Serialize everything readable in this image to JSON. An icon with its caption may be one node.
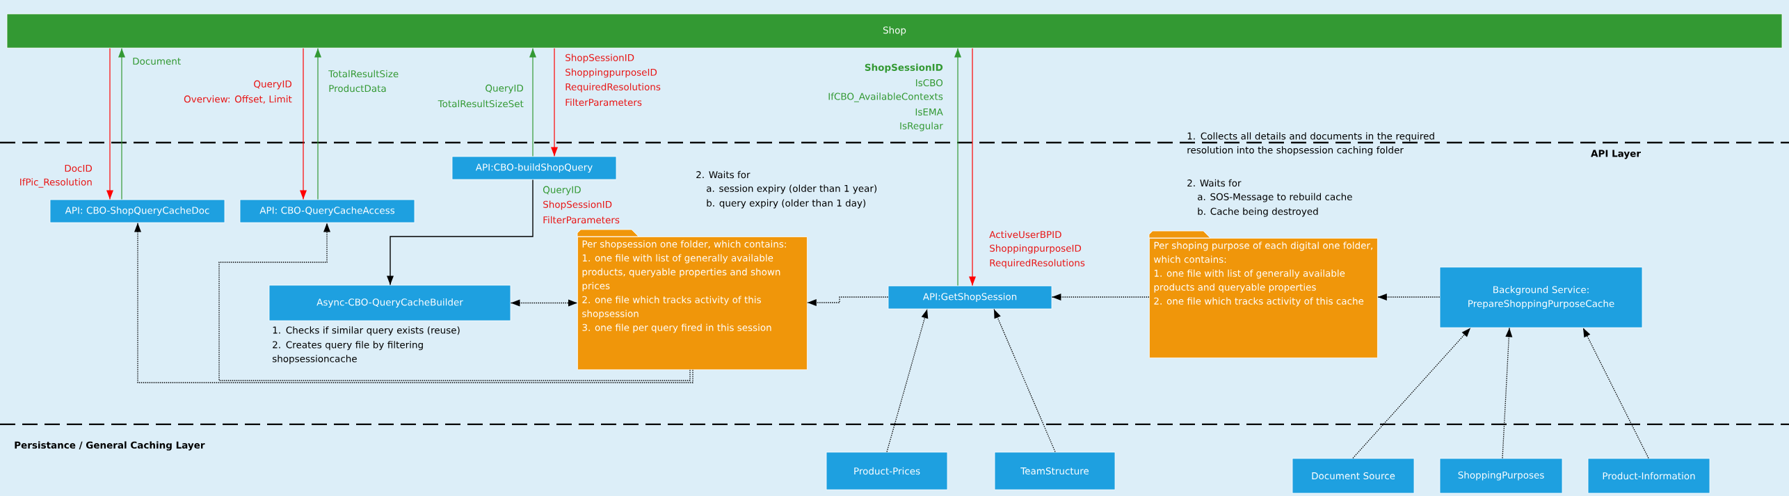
{
  "diagram": {
    "nodes": [
      {
        "text": [
          "Shop"
        ]
      },
      {
        "text": [
          "API: CBO-ShopQueryCacheDoc"
        ]
      },
      {
        "text": [
          "API: CBO-QueryCacheAccess"
        ]
      },
      {
        "text": [
          "API:CBO-buildShopQuery"
        ]
      },
      {
        "text": [
          "Async-CBO-QueryCacheBuilder"
        ],
        "beside": [
          "1. Checks if similar query exists (reuse)",
          "2. Creates query file by filtering shopsessioncache"
        ]
      },
      {
        "text": [
          "Per shopsession one folder, which contains:",
          "1. one file with list of generally available products, queryable properties and shown prices",
          "2. one file which tracks activity of this shopsession",
          "3. one file per query fired in this session"
        ]
      },
      {
        "text": [
          "API:GetShopSession"
        ]
      },
      {
        "text": [
          "Per shoping purpose of each digital one folder, which contains:",
          "1. one file with list of generally available products and queryable properties",
          "2. one file which tracks activity of this cache"
        ]
      },
      {
        "text": [
          "Background Service: PrepareShoppingPurposeCache"
        ]
      },
      {
        "text": [
          "Product-Prices"
        ]
      },
      {
        "text": [
          "TeamStructure"
        ]
      },
      {
        "text": [
          "Document Source"
        ]
      },
      {
        "text": [
          "ShoppingPurposes"
        ]
      },
      {
        "text": [
          "Product-Information"
        ]
      }
    ],
    "edges": [
      {
        "from": 0,
        "to": 1,
        "arrow": "to",
        "color": "#ff0000"
      },
      {
        "from": 1,
        "to": 0,
        "arrow": "to",
        "color": "#339933"
      },
      {
        "from": 0,
        "to": 2,
        "arrow": "to",
        "color": "#ff0000"
      },
      {
        "from": 2,
        "to": 0,
        "arrow": "to",
        "color": "#339933"
      },
      {
        "from": 3,
        "to": 0,
        "arrow": "to",
        "color": "#339933"
      },
      {
        "from": 0,
        "to": 3,
        "arrow": "to",
        "color": "#ff0000"
      },
      {
        "from": 6,
        "to": 0,
        "arrow": "to",
        "color": "#339933"
      },
      {
        "from": 0,
        "to": 6,
        "arrow": "to",
        "color": "#ff0000"
      },
      {
        "from": 3,
        "to": 4,
        "arrow": "to"
      },
      {
        "from": 4,
        "to": 5,
        "arrow": "both",
        "style": "dashed"
      },
      {
        "from": 5,
        "to": 1,
        "arrow": "to",
        "style": "dashed"
      },
      {
        "from": 5,
        "to": 2,
        "arrow": "to",
        "style": "dashed"
      },
      {
        "from": 6,
        "to": 5,
        "arrow": "to",
        "style": "dashed"
      },
      {
        "from": 7,
        "to": 6,
        "arrow": "to",
        "style": "dashed"
      },
      {
        "from": 8,
        "to": 7,
        "arrow": "to",
        "style": "dashed"
      },
      {
        "from": 9,
        "to": 6,
        "arrow": "to",
        "style": "dashed"
      },
      {
        "from": 10,
        "to": 6,
        "arrow": "to",
        "style": "dashed"
      },
      {
        "from": 11,
        "to": 8,
        "arrow": "to",
        "style": "dashed"
      },
      {
        "from": 12,
        "to": 8,
        "arrow": "to",
        "style": "dashed"
      },
      {
        "from": 13,
        "to": 8,
        "arrow": "to",
        "style": "dashed"
      }
    ],
    "labels": [
      "Document",
      "QueryID",
      "Overview: Offset, Limit",
      "TotalResultSize",
      "ProductData",
      "QueryID",
      "TotalResultSizeSet",
      "ShopSessionID",
      "ShoppingpurposeID",
      "RequiredResolutions",
      "FilterParameters",
      "ShopSessionID",
      "IsCBO",
      "IfCBO_AvailableContexts",
      "IsEMA",
      "IsRegular",
      "1. Collects all details and documents in the required resolution into the shopsession caching folder",
      "2. Waits for",
      "a. SOS-Message to rebuild cache",
      "b. Cache being destroyed",
      "API Layer",
      "DocID",
      "IfPic_Resolution",
      "QueryID",
      "ShopSessionID",
      "FilterParameters",
      "2. Waits for",
      "a. session expiry (older than 1 year)",
      "b. query expiry (older than 1 day)",
      "ActiveUserBPID",
      "ShoppingpurposeID",
      "RequiredResolutions",
      "Persistance / General Caching Layer"
    ]
  }
}
